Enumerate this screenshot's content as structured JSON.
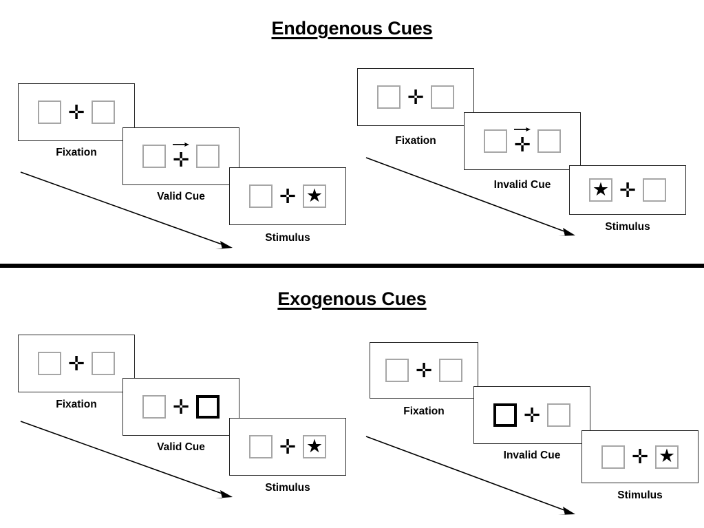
{
  "sections": [
    {
      "id": "endogenous",
      "title": "Endogenous Cues",
      "sequences": [
        {
          "id": "endogenous-valid",
          "frames": [
            {
              "label": "Fixation",
              "left": "empty",
              "right": "empty",
              "cue_arrow": "none"
            },
            {
              "label": "Valid Cue",
              "left": "empty",
              "right": "empty",
              "cue_arrow": "right"
            },
            {
              "label": "Stimulus",
              "left": "empty",
              "right": "star",
              "cue_arrow": "none"
            }
          ]
        },
        {
          "id": "endogenous-invalid",
          "frames": [
            {
              "label": "Fixation",
              "left": "empty",
              "right": "empty",
              "cue_arrow": "none"
            },
            {
              "label": "Invalid Cue",
              "left": "empty",
              "right": "empty",
              "cue_arrow": "right"
            },
            {
              "label": "Stimulus",
              "left": "star",
              "right": "empty",
              "cue_arrow": "none"
            }
          ]
        }
      ]
    },
    {
      "id": "exogenous",
      "title": "Exogenous Cues",
      "sequences": [
        {
          "id": "exogenous-valid",
          "frames": [
            {
              "label": "Fixation",
              "left": "empty",
              "right": "empty",
              "cue_arrow": "none"
            },
            {
              "label": "Valid Cue",
              "left": "empty",
              "right": "highlight",
              "cue_arrow": "none"
            },
            {
              "label": "Stimulus",
              "left": "empty",
              "right": "star",
              "cue_arrow": "none"
            }
          ]
        },
        {
          "id": "exogenous-invalid",
          "frames": [
            {
              "label": "Fixation",
              "left": "empty",
              "right": "empty",
              "cue_arrow": "none"
            },
            {
              "label": "Invalid Cue",
              "left": "highlight",
              "right": "empty",
              "cue_arrow": "none"
            },
            {
              "label": "Stimulus",
              "left": "empty",
              "right": "star",
              "cue_arrow": "none"
            }
          ]
        }
      ]
    }
  ],
  "glyphs": {
    "plus": "✛",
    "star": "★"
  },
  "colors": {
    "panel_border": "#262626",
    "box_border": "#a6a6a6",
    "highlight_border": "#000000",
    "ink": "#000000",
    "background": "#ffffff"
  },
  "labels": {
    "endo_title": "Endogenous Cues",
    "exo_title": "Exogenous Cues",
    "f0": "Fixation",
    "f1_valid": "Valid Cue",
    "f1_invalid": "Invalid Cue",
    "f2": "Stimulus"
  }
}
